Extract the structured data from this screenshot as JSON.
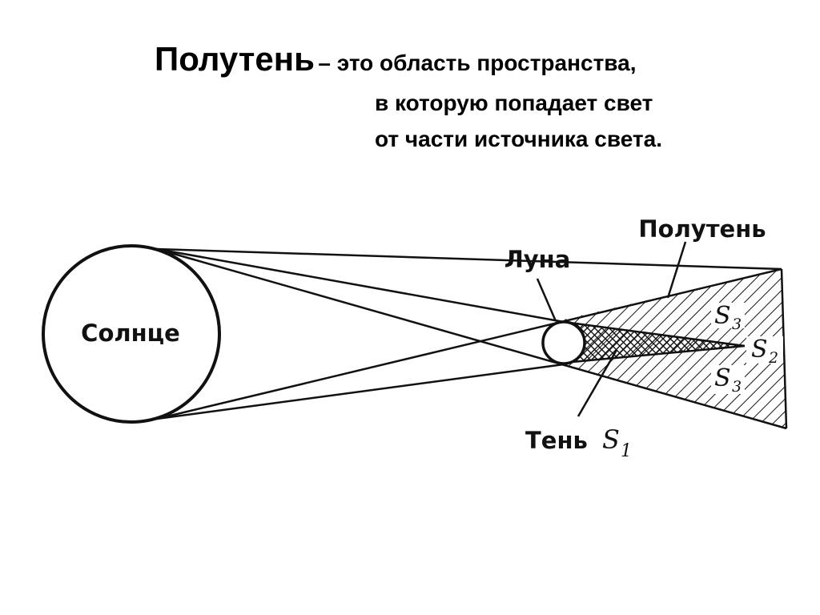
{
  "slide": {
    "term": "Полутень",
    "definition_line1": "– это область пространства,",
    "definition_line2": "в которую  попадает свет",
    "definition_line3": "от части источника света."
  },
  "diagram": {
    "labels": {
      "sun": "Солнце",
      "moon": "Луна",
      "penumbra": "Полутень",
      "shadow": "Тень",
      "s_symbol": "S",
      "sub_1": "1",
      "sub_2": "2",
      "sub_3": "3"
    },
    "colors": {
      "ink": "#111111",
      "background": "#ffffff"
    }
  }
}
